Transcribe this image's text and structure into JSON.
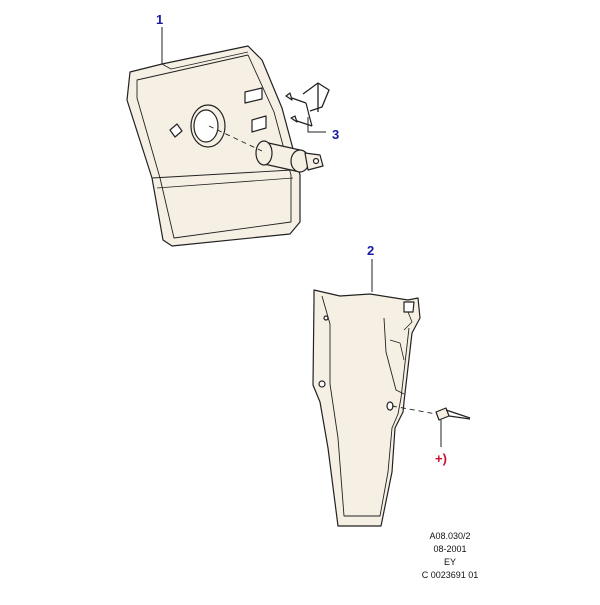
{
  "callouts": {
    "part_1": "1",
    "part_2": "2",
    "part_3": "3",
    "fastener_note": "+)"
  },
  "reference": {
    "drawing_code": "A08.030/2",
    "date": "08-2001",
    "region": "EY",
    "catalog_number": "C 0023691 01"
  },
  "colors": {
    "line": "#222222",
    "fill": "#f6efe4",
    "callout_blue": "#1a1aa0",
    "callout_red": "#c8102e"
  },
  "icons": {
    "panel": "reinforcement-panel",
    "bracket": "trim-bracket",
    "clip": "spring-clip",
    "bushing": "bushing-sleeve",
    "rivet": "rivet-fastener"
  }
}
